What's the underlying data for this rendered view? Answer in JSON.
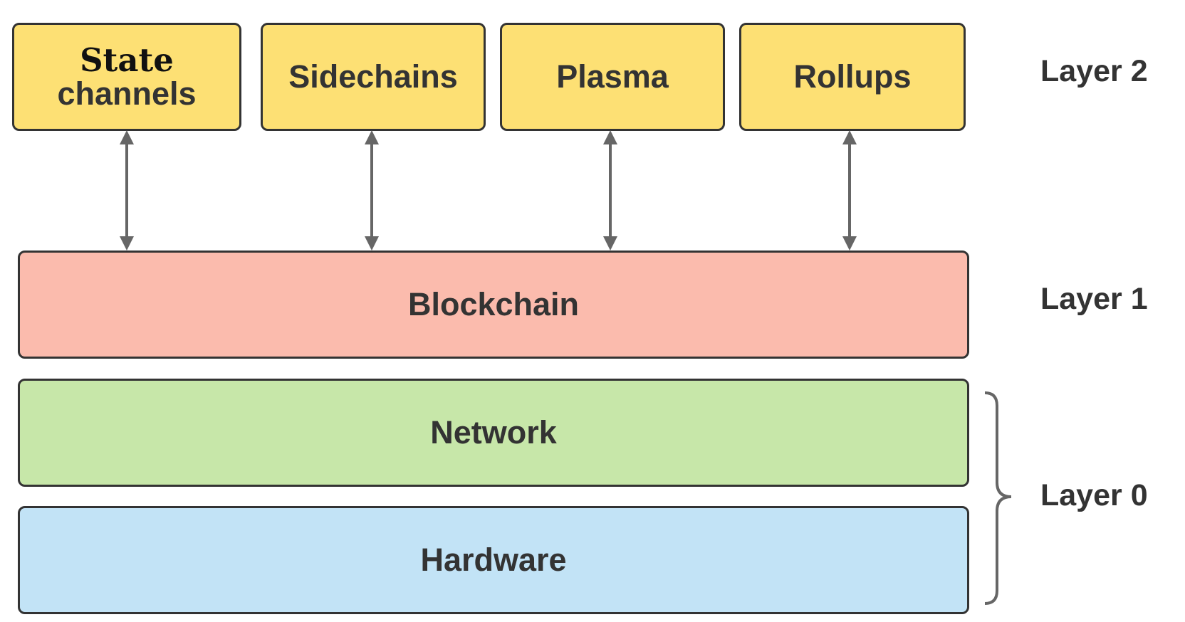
{
  "layer2_boxes": [
    {
      "line1": "State",
      "line2": "channels"
    },
    {
      "label": "Sidechains"
    },
    {
      "label": "Plasma"
    },
    {
      "label": "Rollups"
    }
  ],
  "layer1_box": "Blockchain",
  "layer0_boxes": [
    "Network",
    "Hardware"
  ],
  "layer_labels": {
    "layer2": "Layer 2",
    "layer1": "Layer 1",
    "layer0": "Layer 0"
  },
  "colors": {
    "layer2_fill": "#fde074",
    "blockchain_fill": "#fbbbad",
    "network_fill": "#c7e7a9",
    "hardware_fill": "#c2e3f6",
    "border": "#333333",
    "arrow": "#666666"
  }
}
